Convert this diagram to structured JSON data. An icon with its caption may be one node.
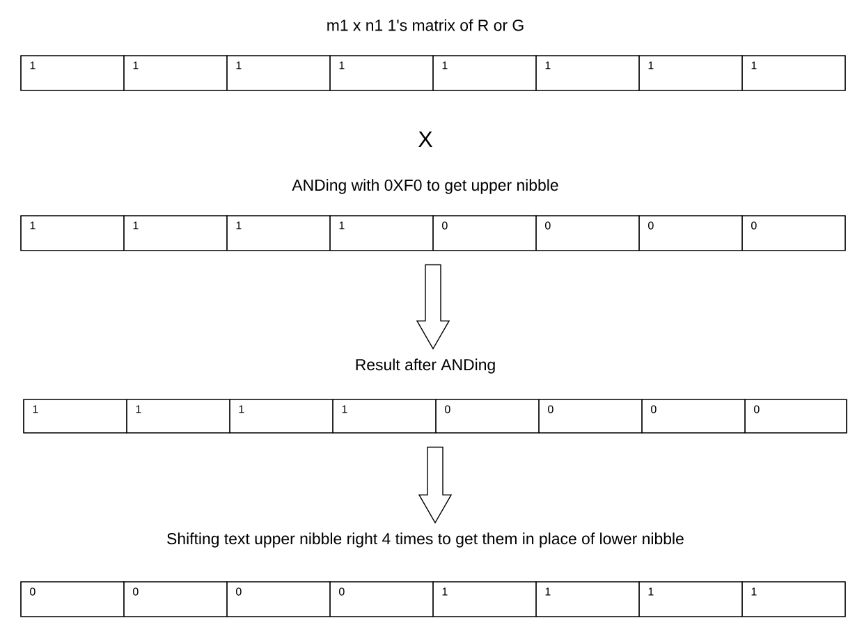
{
  "diagram": {
    "nodes": [
      {
        "text": [
          "m1 x n1 1's matrix of R or G"
        ]
      },
      {
        "text": [
          "1"
        ],
        "in": 0
      },
      {
        "text": [
          "1"
        ],
        "in": 0
      },
      {
        "text": [
          "1"
        ],
        "in": 0
      },
      {
        "text": [
          "1"
        ],
        "in": 0
      },
      {
        "text": [
          "1"
        ],
        "in": 0
      },
      {
        "text": [
          "1"
        ],
        "in": 0
      },
      {
        "text": [
          "1"
        ],
        "in": 0
      },
      {
        "text": [
          "1"
        ],
        "in": 0
      },
      {
        "text": [
          "ANDing with 0XF0 to get upper nibble"
        ]
      },
      {
        "text": [
          "1"
        ],
        "in": 9
      },
      {
        "text": [
          "1"
        ],
        "in": 9
      },
      {
        "text": [
          "1"
        ],
        "in": 9
      },
      {
        "text": [
          "1"
        ],
        "in": 9
      },
      {
        "text": [
          "0"
        ],
        "in": 9
      },
      {
        "text": [
          "0"
        ],
        "in": 9
      },
      {
        "text": [
          "0"
        ],
        "in": 9
      },
      {
        "text": [
          "0"
        ],
        "in": 9
      },
      {
        "text": [
          "Result after ANDing"
        ]
      },
      {
        "text": [
          "1"
        ],
        "in": 18
      },
      {
        "text": [
          "1"
        ],
        "in": 18
      },
      {
        "text": [
          "1"
        ],
        "in": 18
      },
      {
        "text": [
          "1"
        ],
        "in": 18
      },
      {
        "text": [
          "0"
        ],
        "in": 18
      },
      {
        "text": [
          "0"
        ],
        "in": 18
      },
      {
        "text": [
          "0"
        ],
        "in": 18
      },
      {
        "text": [
          "0"
        ],
        "in": 18
      },
      {
        "text": [
          "Shifting text upper nibble right 4 times to get them in place of lower nibble"
        ]
      },
      {
        "text": [
          "0"
        ],
        "in": 27
      },
      {
        "text": [
          "0"
        ],
        "in": 27
      },
      {
        "text": [
          "0"
        ],
        "in": 27
      },
      {
        "text": [
          "0"
        ],
        "in": 27
      },
      {
        "text": [
          "1"
        ],
        "in": 27
      },
      {
        "text": [
          "1"
        ],
        "in": 27
      },
      {
        "text": [
          "1"
        ],
        "in": 27
      },
      {
        "text": [
          "1"
        ],
        "in": 27
      }
    ],
    "edges": [
      {
        "from": 9,
        "to": 18,
        "arrow": "to"
      },
      {
        "from": 18,
        "to": 27,
        "arrow": "to"
      }
    ],
    "labels": [
      "X"
    ]
  }
}
